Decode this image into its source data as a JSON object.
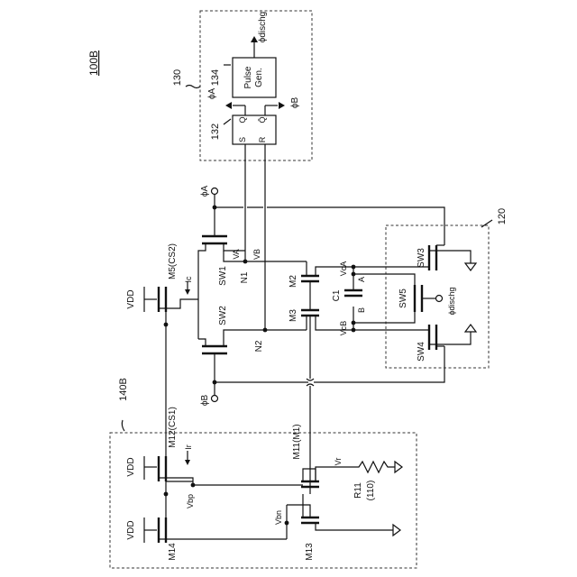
{
  "figure_label": "100B",
  "blocks": {
    "b130": "130",
    "b132": "132",
    "b134": "134",
    "b120": "120",
    "b140": "140B"
  },
  "pulse_gen": {
    "line1": "Pulse",
    "line2": "Gen."
  },
  "flipflop": {
    "s": "S",
    "r": "R",
    "q": "Q",
    "qbar": "Q̄"
  },
  "signals": {
    "phi_dischg": "ϕdischg",
    "phi_a": "ϕA",
    "phi_b": "ϕB",
    "va": "VA",
    "vb": "VB",
    "vca": "VcA",
    "vcb": "VcB",
    "vbp": "Vbp",
    "vbn": "Vbn",
    "vr": "Vr",
    "ic": "Ic",
    "ir": "Ir",
    "vdd": "VDD"
  },
  "nodes": {
    "n1": "N1",
    "n2": "N2",
    "a": "A",
    "b": "B"
  },
  "devices": {
    "m5": "M5(CS2)",
    "m12": "M12(CS1)",
    "m11": "M11(M1)",
    "m13": "M13",
    "m14": "M14",
    "m2": "M2",
    "m3": "M3",
    "sw1": "SW1",
    "sw2": "SW2",
    "sw3": "SW3",
    "sw4": "SW4",
    "sw5": "SW5",
    "c1": "C1",
    "r11a": "R11",
    "r11b": "(110)"
  }
}
